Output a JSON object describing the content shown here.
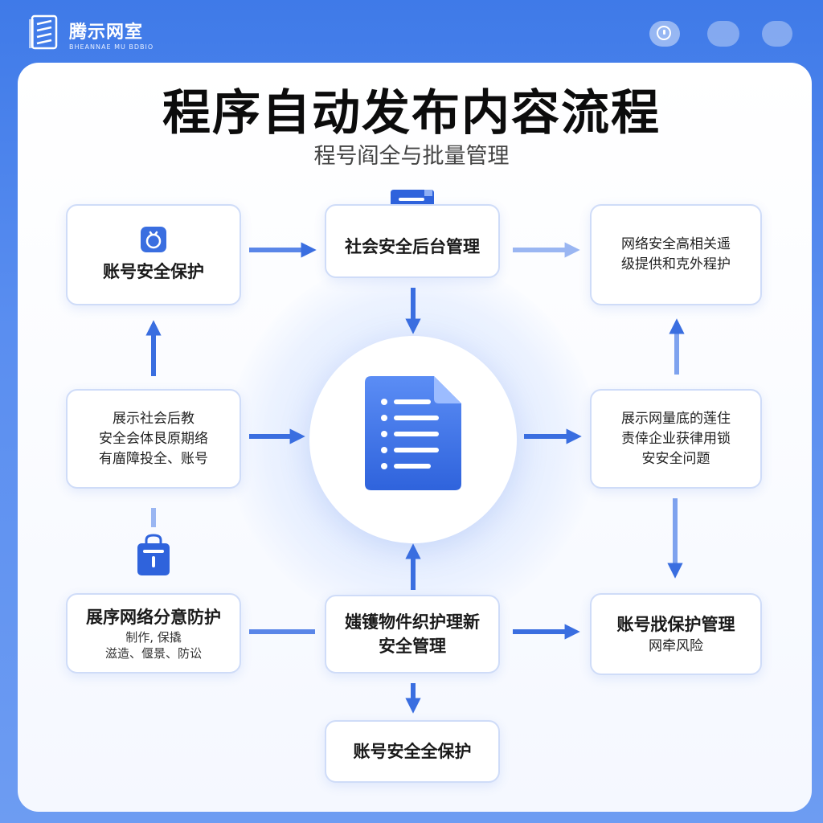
{
  "header": {
    "brand": "腾示网室",
    "brand_sub": "BHEANNAE MU BDBIO"
  },
  "title": "程序自动发布内容流程",
  "subtitle": "程号阎全与批量管理",
  "nodes": {
    "top_left": "账号安全保护",
    "top_center": "社会安全后台管理",
    "top_right": [
      "网络安全高相关遥",
      "级提供和克外程护"
    ],
    "mid_left": [
      "展示社会后教",
      "安全会体艮原期络",
      "有庿障投全、账号"
    ],
    "mid_right": [
      "展示网量底的莲住",
      "责倖企业获律用锁",
      "安安全问题"
    ],
    "bottom_left": {
      "title": "展序网络分意防护",
      "lines": [
        "制作, 保撬",
        "滋造、偃景、防讼"
      ]
    },
    "bottom_center": [
      "媸镬物件织护理新",
      "安全管理"
    ],
    "bottom_right": {
      "title": "账号戕保护管理",
      "line": "网牵风险"
    },
    "bottom": "账号安全全保护"
  },
  "icons": [
    "shield-drop-icon",
    "chat-icon",
    "document-list-icon",
    "lock-icon"
  ],
  "colors": {
    "background": "#4a82ec",
    "accent": "#3a6ee0",
    "box_border": "#cfdcf8"
  }
}
